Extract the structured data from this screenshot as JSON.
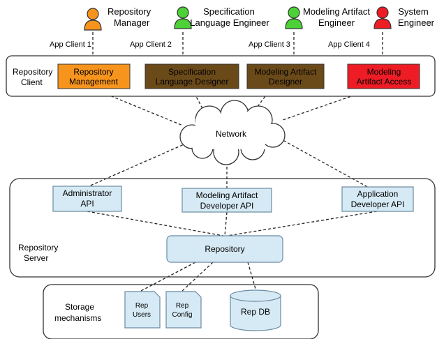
{
  "actors": [
    {
      "line1": "Repository",
      "line2": "Manager",
      "color": "#f7941d"
    },
    {
      "line1": "Specification",
      "line2": "Language Engineer",
      "color": "#4cd137"
    },
    {
      "line1": "Modeling Artifact",
      "line2": "Engineer",
      "color": "#4cd137"
    },
    {
      "line1": "System",
      "line2": "Engineer",
      "color": "#ee1c24"
    }
  ],
  "app_clients": [
    "App Client 1",
    "App Client 2",
    "App Client 3",
    "App Client 4"
  ],
  "client_tier": {
    "label_line1": "Repository",
    "label_line2": "Client",
    "boxes": [
      {
        "line1": "Repository",
        "line2": "Management",
        "fill": "#f7941d"
      },
      {
        "line1": "Specification",
        "line2": "Language Designer",
        "fill": "#6b4a1a"
      },
      {
        "line1": "Modeling Artifact",
        "line2": "Designer",
        "fill": "#6b4a1a"
      },
      {
        "line1": "Modeling",
        "line2": "Artifact Access",
        "fill": "#ee1c24"
      }
    ]
  },
  "network": {
    "label": "Network"
  },
  "server_tier": {
    "label_line1": "Repository",
    "label_line2": "Server",
    "apis": [
      {
        "line1": "Administrator",
        "line2": "API"
      },
      {
        "line1": "Modeling Artifact",
        "line2": "Developer API"
      },
      {
        "line1": "Application",
        "line2": "Developer API"
      }
    ],
    "repository": "Repository"
  },
  "storage_tier": {
    "label_line1": "Storage",
    "label_line2": "mechanisms",
    "docs": [
      {
        "line1": "Rep",
        "line2": "Users"
      },
      {
        "line1": "Rep",
        "line2": "Config"
      }
    ],
    "db": "Rep DB"
  },
  "colors": {
    "api_fill": "#d6eaf5",
    "api_stroke": "#6a8ba0",
    "frame_stroke": "#333333"
  }
}
